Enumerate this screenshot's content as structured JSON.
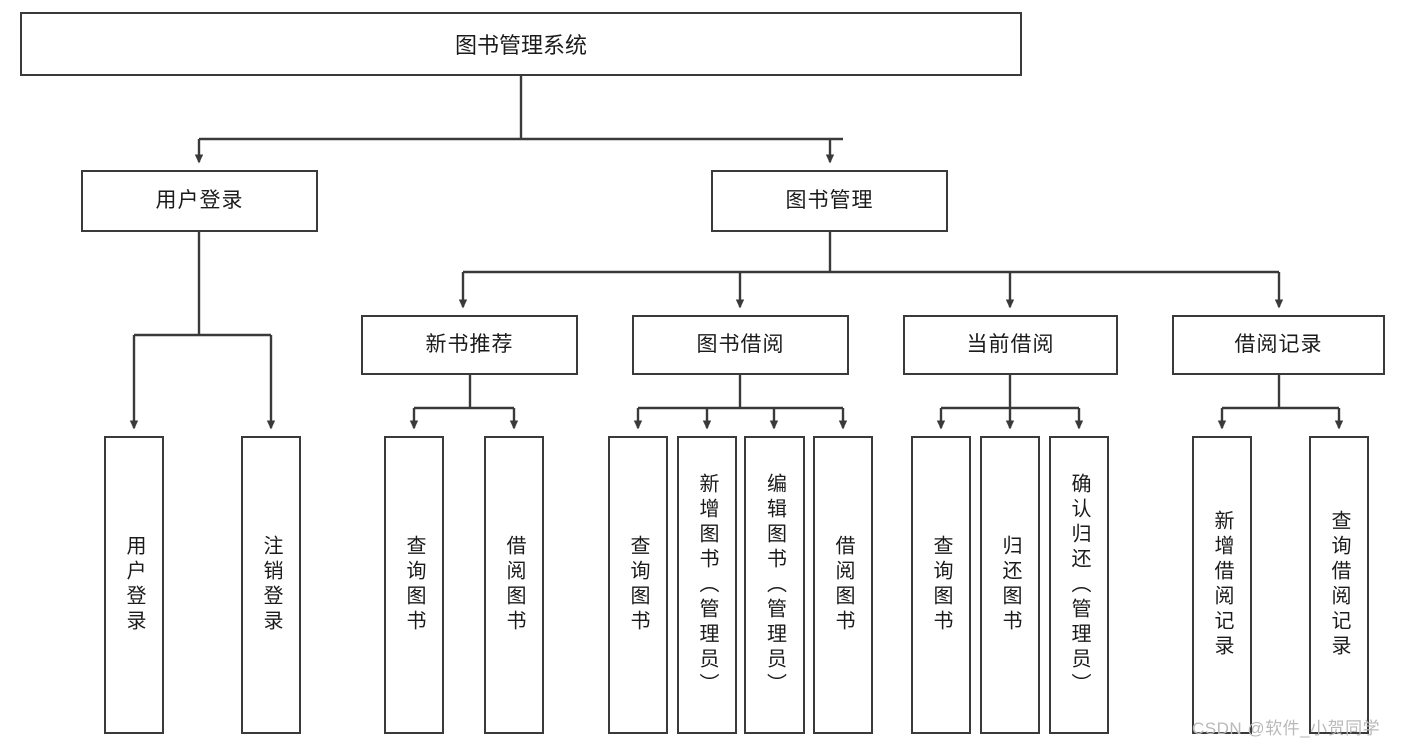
{
  "diagram": {
    "title": "图书管理系统",
    "type": "tree-hierarchy-chart",
    "background_color": "#ffffff",
    "box_border_color": "#3a3a3a",
    "edge_color": "#3a3a3a",
    "text_color": "#1b1b1b"
  },
  "root": {
    "label": "图书管理系统"
  },
  "level2": [
    {
      "label": "用户登录"
    },
    {
      "label": "图书管理"
    }
  ],
  "level3": [
    {
      "label": "新书推荐"
    },
    {
      "label": "图书借阅"
    },
    {
      "label": "当前借阅"
    },
    {
      "label": "借阅记录"
    }
  ],
  "leaves": {
    "user_login": [
      {
        "label": "用户登录"
      },
      {
        "label": "注销登录"
      }
    ],
    "new_book_recommend": [
      {
        "label": "查询图书"
      },
      {
        "label": "借阅图书"
      }
    ],
    "book_borrow": [
      {
        "label": "查询图书"
      },
      {
        "label": "新增图书（管理员）"
      },
      {
        "label": "编辑图书（管理员）"
      },
      {
        "label": "借阅图书"
      }
    ],
    "current_borrow": [
      {
        "label": "查询图书"
      },
      {
        "label": "归还图书"
      },
      {
        "label": "确认归还（管理员）"
      }
    ],
    "borrow_record": [
      {
        "label": "新增借阅记录"
      },
      {
        "label": "查询借阅记录"
      }
    ]
  },
  "watermark": {
    "text": "CSDN @软件_小贺同学",
    "color": "#b9b9b9"
  }
}
